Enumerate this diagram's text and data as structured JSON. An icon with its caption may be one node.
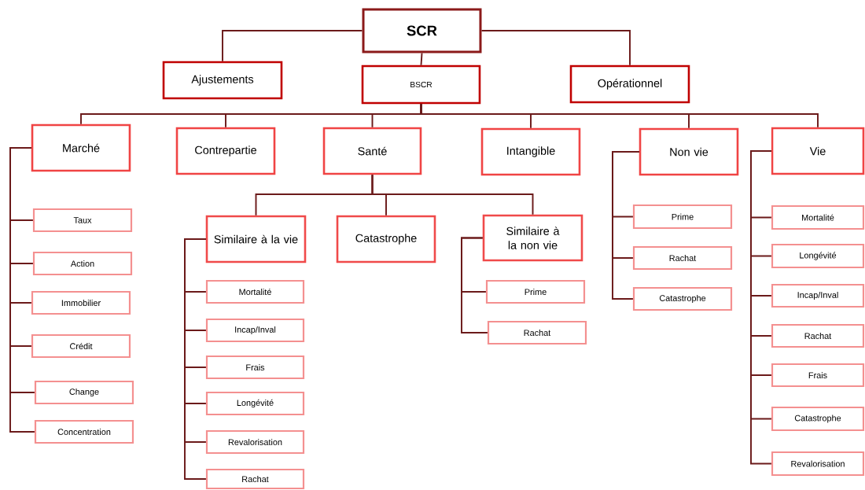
{
  "diagram": {
    "nodes": [
      {
        "text": [
          "SCR"
        ]
      },
      {
        "text": [
          "Ajustements"
        ]
      },
      {
        "text": [
          "BSCR"
        ]
      },
      {
        "text": [
          "Opérationnel"
        ]
      },
      {
        "text": [
          "Marché"
        ]
      },
      {
        "text": [
          "Contrepartie"
        ]
      },
      {
        "text": [
          "Santé"
        ]
      },
      {
        "text": [
          "Intangible"
        ]
      },
      {
        "text": [
          "Non vie"
        ]
      },
      {
        "text": [
          "Vie"
        ]
      },
      {
        "text": [
          "Taux"
        ]
      },
      {
        "text": [
          "Action"
        ]
      },
      {
        "text": [
          "Immobilier"
        ]
      },
      {
        "text": [
          "Crédit"
        ]
      },
      {
        "text": [
          "Change"
        ]
      },
      {
        "text": [
          "Concentration"
        ]
      },
      {
        "text": [
          "Similaire à la vie"
        ]
      },
      {
        "text": [
          "Catastrophe"
        ]
      },
      {
        "text": [
          "Similaire à la non vie"
        ]
      },
      {
        "text": [
          "Mortalité"
        ]
      },
      {
        "text": [
          "Incap/Inval"
        ]
      },
      {
        "text": [
          "Frais"
        ]
      },
      {
        "text": [
          "Longévité"
        ]
      },
      {
        "text": [
          "Revalorisation"
        ]
      },
      {
        "text": [
          "Rachat"
        ]
      },
      {
        "text": [
          "Prime"
        ]
      },
      {
        "text": [
          "Rachat"
        ]
      },
      {
        "text": [
          "Prime"
        ]
      },
      {
        "text": [
          "Rachat"
        ]
      },
      {
        "text": [
          "Catastrophe"
        ]
      },
      {
        "text": [
          "Mortalité"
        ]
      },
      {
        "text": [
          "Longévité"
        ]
      },
      {
        "text": [
          "Incap/Inval"
        ]
      },
      {
        "text": [
          "Rachat"
        ]
      },
      {
        "text": [
          "Frais"
        ]
      },
      {
        "text": [
          "Catastrophe"
        ]
      },
      {
        "text": [
          "Revalorisation"
        ]
      }
    ],
    "edges": [
      {
        "from": 0,
        "to": 1,
        "arrow": "none"
      },
      {
        "from": 0,
        "to": 2,
        "arrow": "none"
      },
      {
        "from": 0,
        "to": 3,
        "arrow": "none"
      },
      {
        "from": 2,
        "to": 4,
        "arrow": "none"
      },
      {
        "from": 2,
        "to": 5,
        "arrow": "none"
      },
      {
        "from": 2,
        "to": 6,
        "arrow": "none"
      },
      {
        "from": 2,
        "to": 7,
        "arrow": "none"
      },
      {
        "from": 2,
        "to": 8,
        "arrow": "none"
      },
      {
        "from": 2,
        "to": 9,
        "arrow": "none"
      },
      {
        "from": 4,
        "to": 10,
        "arrow": "none"
      },
      {
        "from": 4,
        "to": 11,
        "arrow": "none"
      },
      {
        "from": 4,
        "to": 12,
        "arrow": "none"
      },
      {
        "from": 4,
        "to": 13,
        "arrow": "none"
      },
      {
        "from": 4,
        "to": 14,
        "arrow": "none"
      },
      {
        "from": 4,
        "to": 15,
        "arrow": "none"
      },
      {
        "from": 6,
        "to": 16,
        "arrow": "none"
      },
      {
        "from": 6,
        "to": 17,
        "arrow": "none"
      },
      {
        "from": 6,
        "to": 18,
        "arrow": "none"
      },
      {
        "from": 16,
        "to": 19,
        "arrow": "none"
      },
      {
        "from": 16,
        "to": 20,
        "arrow": "none"
      },
      {
        "from": 16,
        "to": 21,
        "arrow": "none"
      },
      {
        "from": 16,
        "to": 22,
        "arrow": "none"
      },
      {
        "from": 16,
        "to": 23,
        "arrow": "none"
      },
      {
        "from": 16,
        "to": 24,
        "arrow": "none"
      },
      {
        "from": 18,
        "to": 25,
        "arrow": "none"
      },
      {
        "from": 18,
        "to": 26,
        "arrow": "none"
      },
      {
        "from": 8,
        "to": 27,
        "arrow": "none"
      },
      {
        "from": 8,
        "to": 28,
        "arrow": "none"
      },
      {
        "from": 8,
        "to": 29,
        "arrow": "none"
      },
      {
        "from": 9,
        "to": 30,
        "arrow": "none"
      },
      {
        "from": 9,
        "to": 31,
        "arrow": "none"
      },
      {
        "from": 9,
        "to": 32,
        "arrow": "none"
      },
      {
        "from": 9,
        "to": 33,
        "arrow": "none"
      },
      {
        "from": 9,
        "to": 34,
        "arrow": "none"
      },
      {
        "from": 9,
        "to": 35,
        "arrow": "none"
      },
      {
        "from": 9,
        "to": 36,
        "arrow": "none"
      }
    ]
  }
}
